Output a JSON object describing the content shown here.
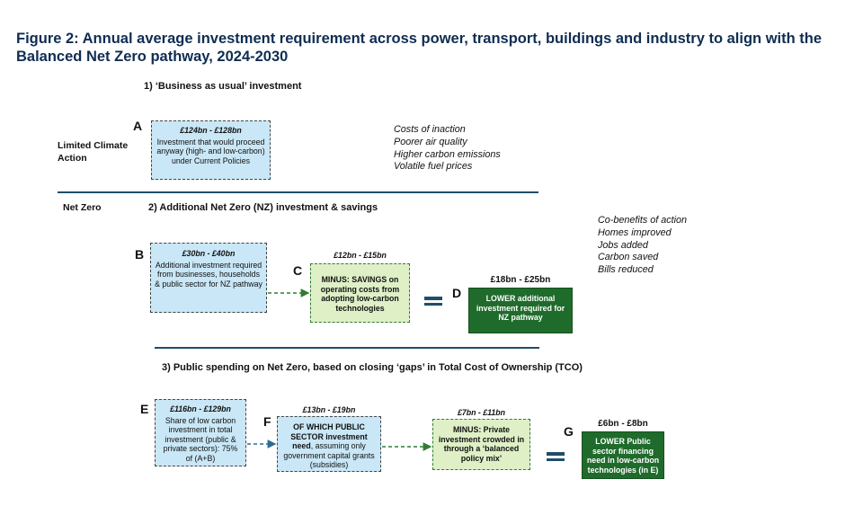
{
  "title": "Figure 2: Annual average investment requirement across power, transport, buildings and industry to align with the Balanced Net Zero pathway, 2024-2030",
  "sections": {
    "s1": "1) ‘Business as usual’ investment",
    "s2": "2) Additional Net Zero (NZ) investment & savings",
    "s3": "3) Public spending on Net Zero, based on closing ‘gaps’ in Total Cost of Ownership (TCO)"
  },
  "row_labels": {
    "limited": "Limited Climate Action",
    "netzero": "Net Zero"
  },
  "boxes": {
    "A": {
      "letter": "A",
      "amount": "£124bn - £128bn",
      "text": "Investment that would proceed anyway (high- and low-carbon) under Current Policies"
    },
    "B": {
      "letter": "B",
      "amount": "£30bn - £40bn",
      "text": "Additional investment required from businesses, households & public sector for NZ pathway"
    },
    "C": {
      "letter": "C",
      "amount": "£12bn - £15bn",
      "text": "MINUS: SAVINGS on operating costs from adopting low-carbon technologies"
    },
    "D": {
      "letter": "D",
      "amount": "£18bn - £25bn",
      "text": "LOWER additional investment required for NZ pathway"
    },
    "E": {
      "letter": "E",
      "amount": "£116bn - £129bn",
      "text": "Share of low carbon investment in total investment (public & private sectors): 75% of (A+B)"
    },
    "F": {
      "letter": "F",
      "amount": "£13bn - £19bn",
      "text_bold": "OF WHICH PUBLIC SECTOR investment need",
      "text_rest": ", assuming only government capital grants (subsidies)"
    },
    "H": {
      "amount": "£7bn - £11bn",
      "text": "MINUS: Private investment crowded in through a ‘balanced policy mix’"
    },
    "G": {
      "letter": "G",
      "amount": "£6bn - £8bn",
      "text": "LOWER Public sector financing need in low-carbon technologies (in E)"
    }
  },
  "costs": {
    "heading": "Costs of inaction",
    "items": [
      "Poorer air quality",
      "Higher carbon emissions",
      "Volatile fuel prices"
    ]
  },
  "cobenefits": {
    "heading": "Co-benefits of action",
    "items": [
      "Homes improved",
      "Jobs added",
      "Carbon saved",
      "Bills reduced"
    ]
  },
  "colors": {
    "title": "#0f2d52",
    "blue_box": "#c9e7f6",
    "light_green_box": "#dff0c7",
    "dark_green_box": "#1f6b2b",
    "divider": "#1f4e6b",
    "arrow": "#2e7d32"
  }
}
